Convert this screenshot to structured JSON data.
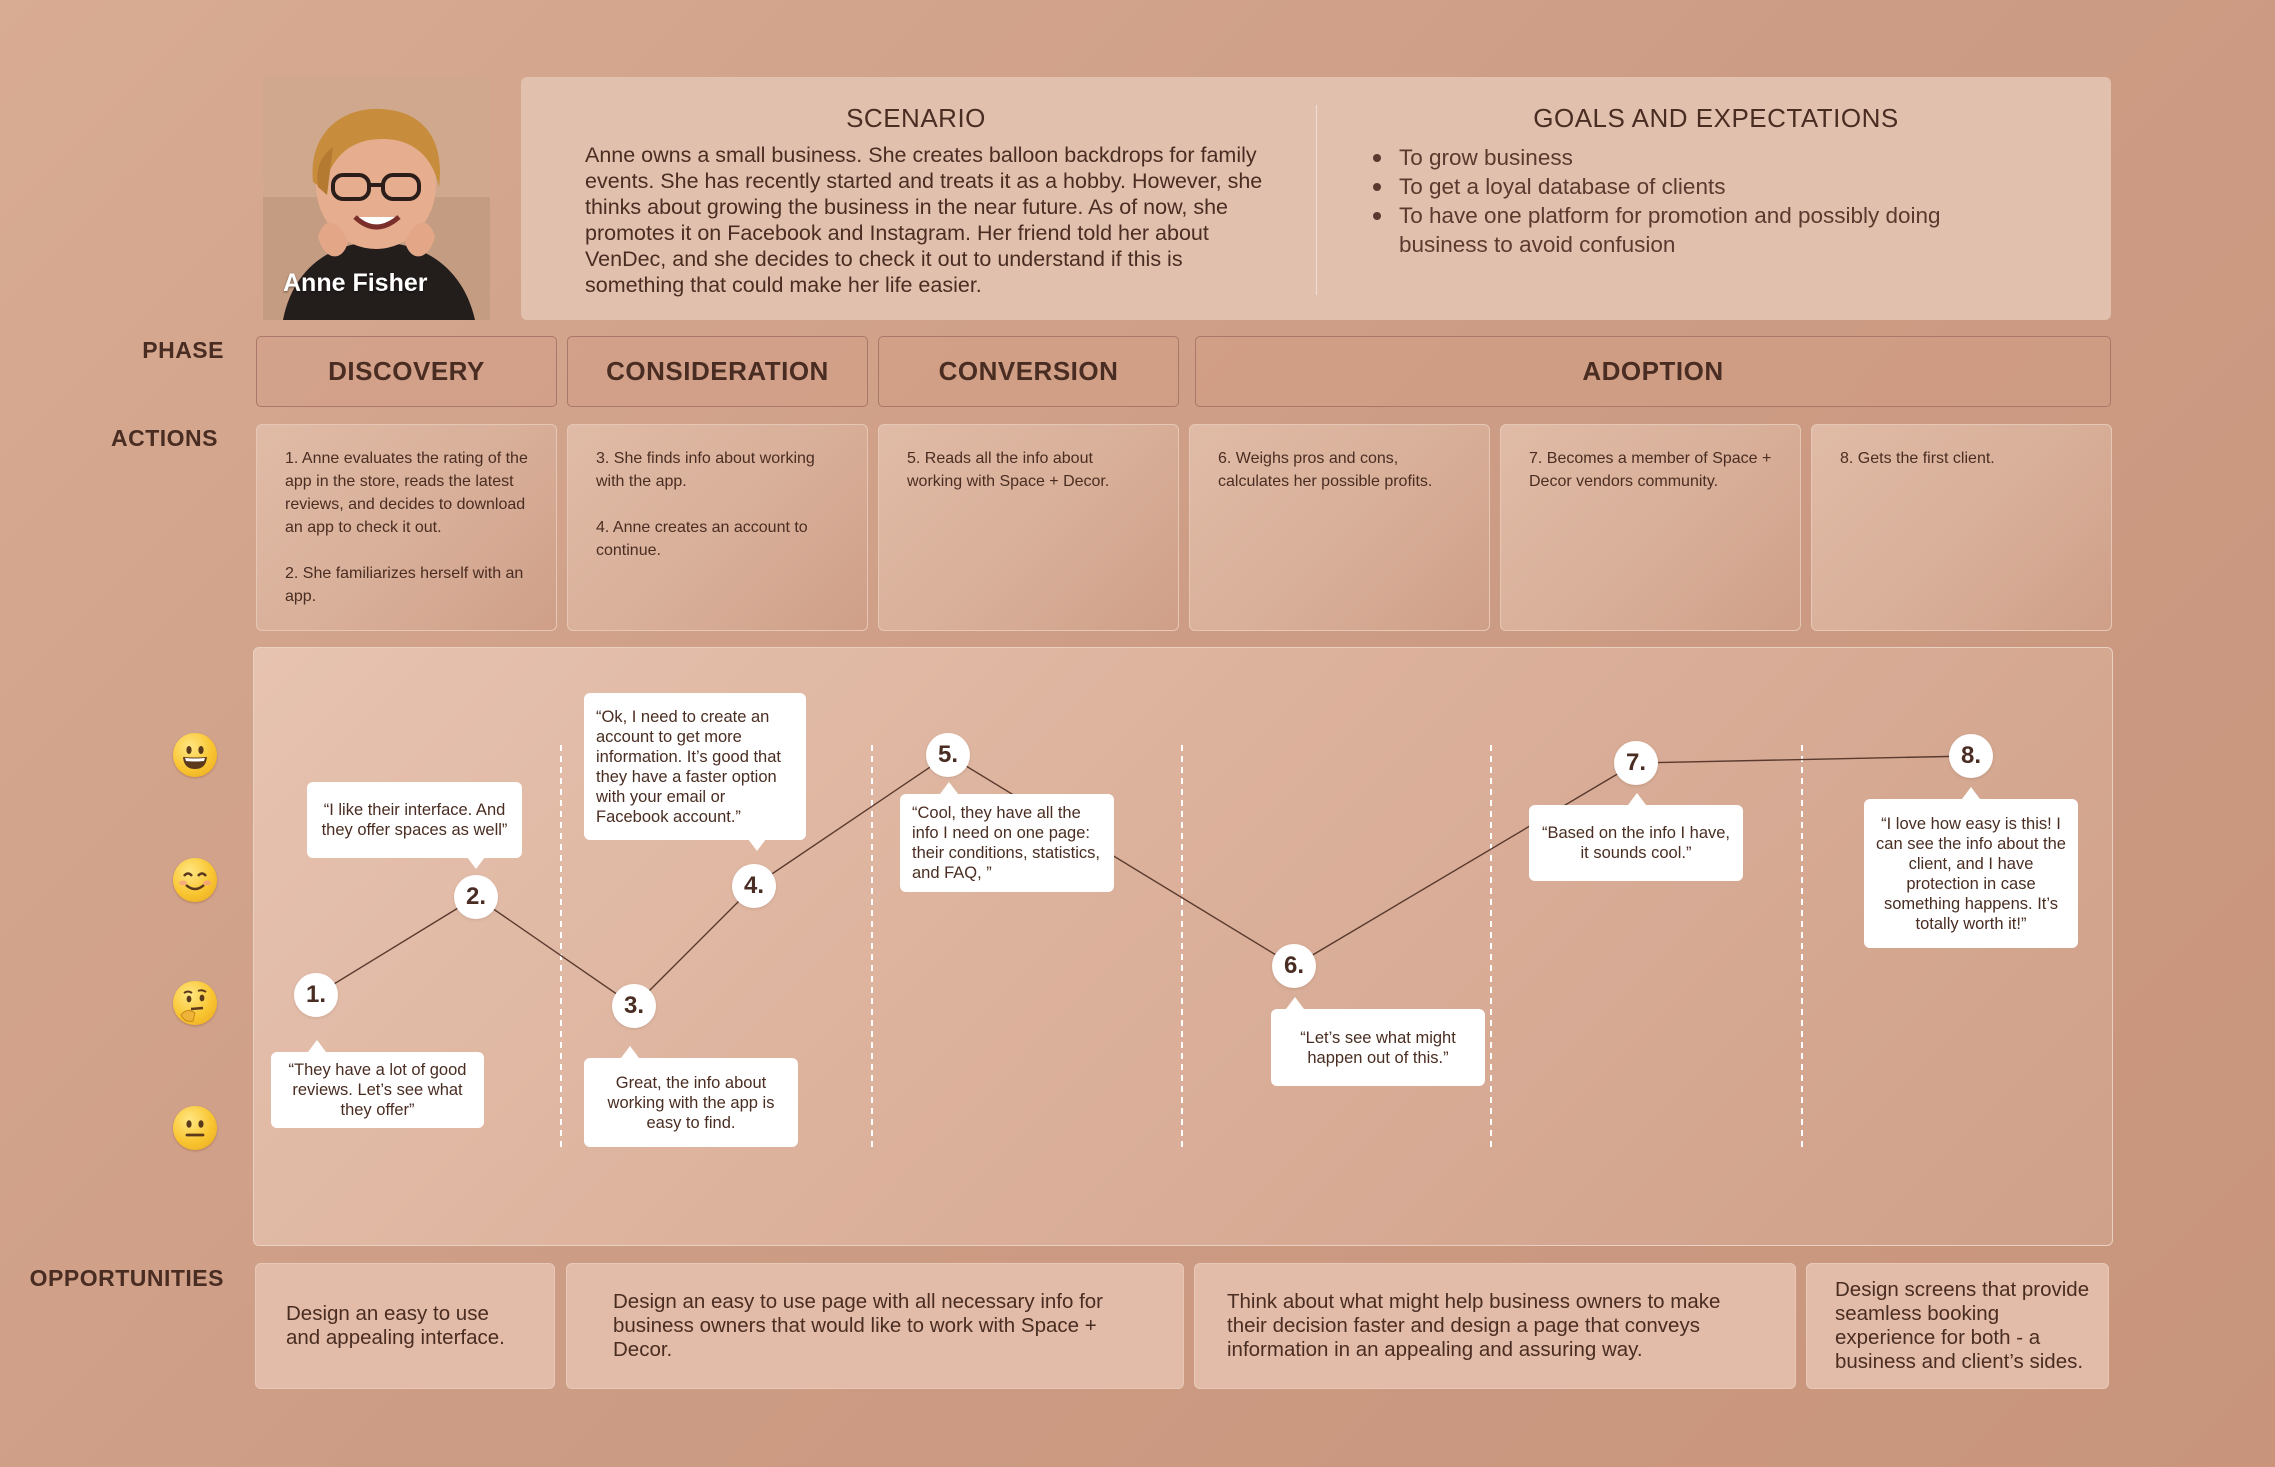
{
  "persona": {
    "name": "Anne Fisher"
  },
  "scenario": {
    "title": "SCENARIO",
    "text": "Anne owns a small business. She creates balloon backdrops for family events. She has recently started and treats it as a hobby. However, she thinks about growing the business in the near future. As of now, she promotes it on Facebook and Instagram. Her friend told her about VenDec, and she decides to check it out to understand if this is something that could make her life easier."
  },
  "goals": {
    "title": "GOALS AND EXPECTATIONS",
    "items": [
      "To grow business",
      "To get a loyal database of clients",
      "To have one platform for promotion and possibly doing business to avoid confusion"
    ]
  },
  "labels": {
    "phase": "PHASE",
    "actions": "ACTIONS",
    "opportunities": "OPPORTUNITIES"
  },
  "phases": [
    "DISCOVERY",
    "CONSIDERATION",
    "CONVERSION",
    "ADOPTION"
  ],
  "actions": [
    "1. Anne evaluates the rating of the app in the store, reads the latest reviews, and decides to download an app to check it out.\n\n2. She familiarizes herself with an app.",
    "3. She finds info about working with the app.\n\n4. Anne creates an account to continue.",
    "5. Reads all the info about working with Space + Decor.",
    "6. Weighs pros and cons, calculates her possible profits.",
    "7. Becomes a member of Space + Decor vendors community.",
    "8. Gets the first client."
  ],
  "emotions": [
    "grinning-face",
    "smiling-face",
    "thinking-face",
    "neutral-face"
  ],
  "journey": {
    "steps": [
      {
        "label": "1.",
        "emotion_level": 3
      },
      {
        "label": "2.",
        "emotion_level": 2
      },
      {
        "label": "3.",
        "emotion_level": 3
      },
      {
        "label": "4.",
        "emotion_level": 2
      },
      {
        "label": "5.",
        "emotion_level": 1
      },
      {
        "label": "6.",
        "emotion_level": 2.7
      },
      {
        "label": "7.",
        "emotion_level": 1
      },
      {
        "label": "8.",
        "emotion_level": 1
      }
    ],
    "quotes": [
      "“They have a lot of good reviews. Let’s see what they offer”",
      "“I like their interface. And they offer spaces as well”",
      "Great, the info about working with the app is easy to find.",
      "“Ok, I need to create an account to get more information. It’s good that they have a faster option with your email or Facebook account.”",
      "“Cool, they have all the info I need on one page: their conditions, statistics, and FAQ, ”",
      "“Let’s see what might happen out of this.”",
      "“Based on the info I have, it sounds cool.”",
      "“I love how easy is this! I can see the info about the client, and I have protection in case something happens. It’s totally worth it!”"
    ]
  },
  "opportunities": [
    "Design an easy to use and appealing interface.",
    "Design an easy to use page with all necessary info for business owners that would like to work with Space + Decor.",
    "Think about what might help business owners to make their decision faster and design a page that conveys information in an appealing and assuring way.",
    "Design screens that provide seamless booking experience for both - a business and client’s sides."
  ]
}
